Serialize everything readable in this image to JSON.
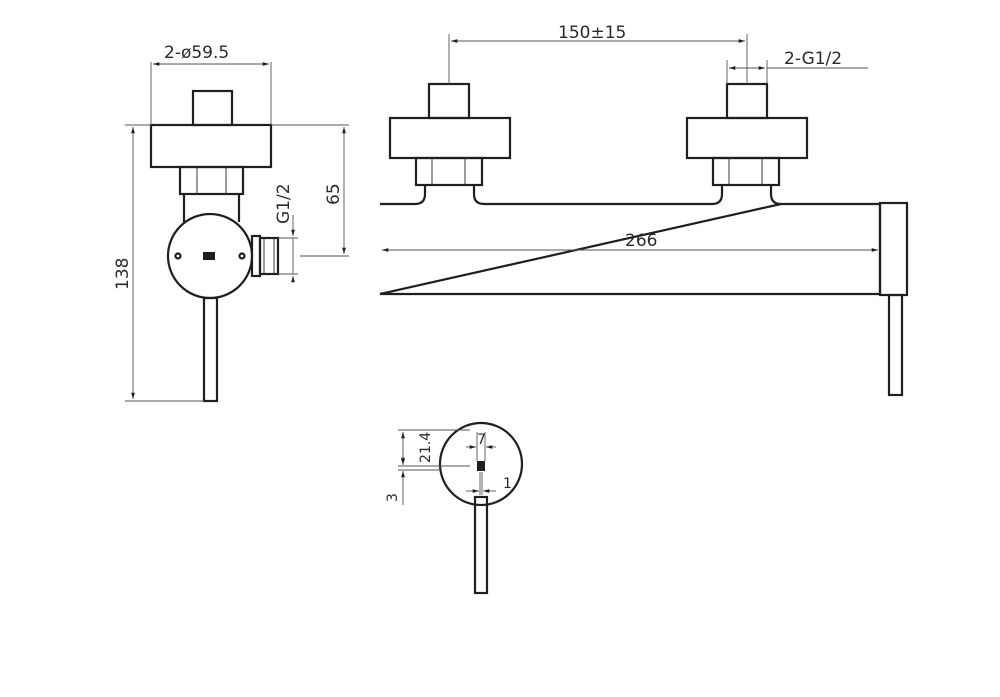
{
  "dimensions": {
    "inlet_diameter": "2-ø59.5",
    "side_thread": "G1/2",
    "inlet_height": "65",
    "overall_height": "138",
    "inlet_spacing": "150±15",
    "inlet_thread": "2-G1/2",
    "body_length": "266",
    "handle_offset": "21.4",
    "handle_width": "7",
    "small_offset": "3",
    "small_gap": "1"
  }
}
